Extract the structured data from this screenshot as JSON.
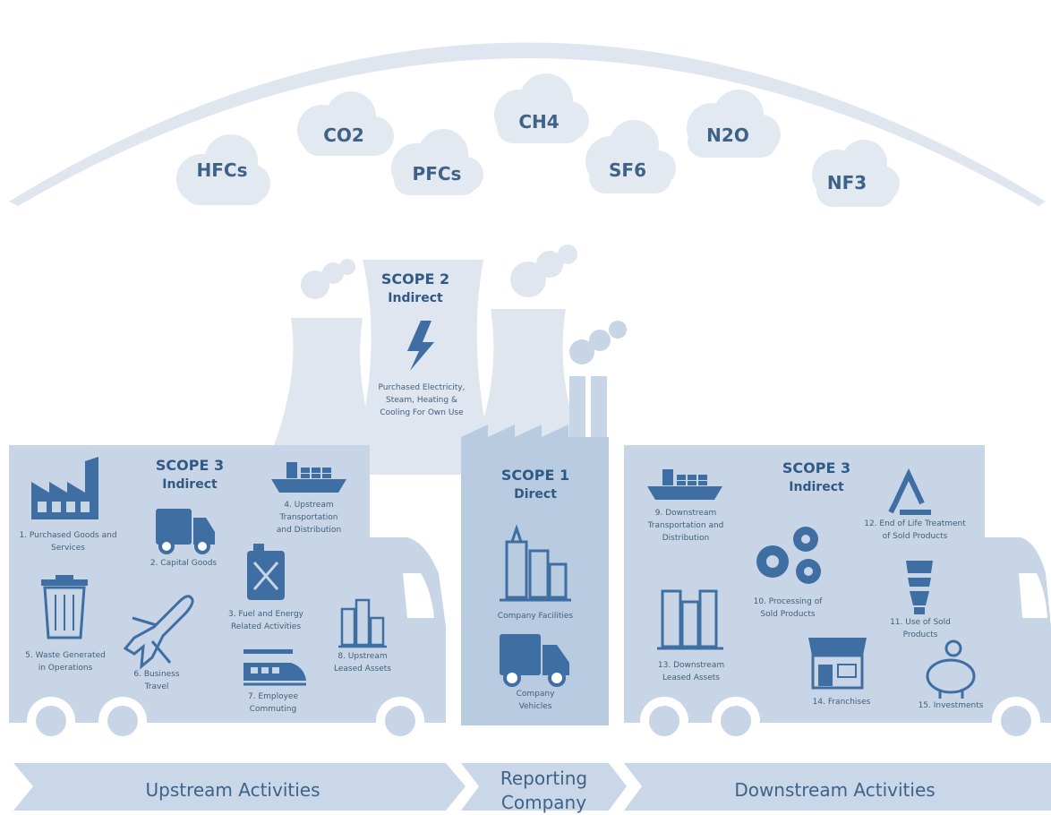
{
  "gases": [
    "HFCs",
    "CO2",
    "PFCs",
    "CH4",
    "SF6",
    "N2O",
    "NF3"
  ],
  "scope2": {
    "title": "SCOPE 2",
    "subtitle": "Indirect",
    "desc": "Purchased Electricity,\nSteam, Heating &\nCooling For Own Use"
  },
  "scope1": {
    "title": "SCOPE 1",
    "subtitle": "Direct",
    "items": [
      "Company Facilities",
      "Company\nVehicles"
    ]
  },
  "scope3_upstream": {
    "title": "SCOPE 3",
    "subtitle": "Indirect",
    "items": [
      "1. Purchased Goods and\nServices",
      "2. Capital Goods",
      "3. Fuel and Energy\nRelated Activities",
      "4. Upstream\nTransportation\nand Distribution",
      "5. Waste Generated\nin Operations",
      "6. Business\nTravel",
      "7. Employee\nCommuting",
      "8. Upstream\nLeased Assets"
    ]
  },
  "scope3_downstream": {
    "title": "SCOPE 3",
    "subtitle": "Indirect",
    "items": [
      "9. Downstream\nTransportation and\nDistribution",
      "10. Processing of\nSold Products",
      "11. Use of Sold\nProducts",
      "12. End of Life Treatment\nof Sold Products",
      "13. Downstream\nLeased Assets",
      "14. Franchises",
      "15. Investments"
    ]
  },
  "bands": [
    "Upstream Activities",
    "Reporting\nCompany",
    "Downstream Activities"
  ],
  "colors": {
    "icon": "#3f6ea3",
    "truck": "#c7d5e6",
    "cloud": "#dfe6ef",
    "band": "#c9d7e8",
    "text": "#41607f"
  }
}
